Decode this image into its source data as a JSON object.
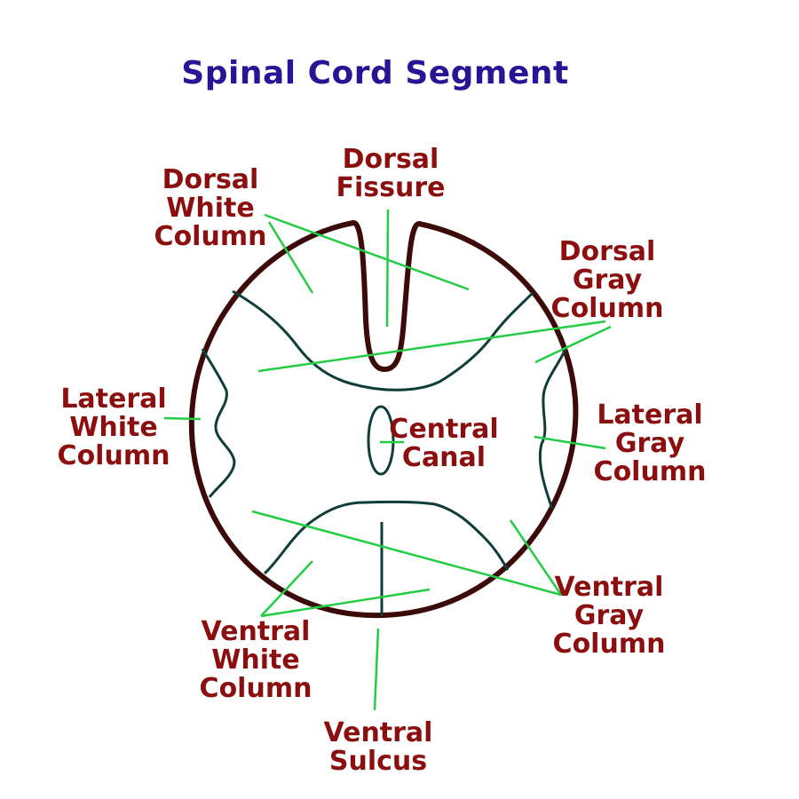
{
  "title": "Spinal Cord Segment",
  "colors": {
    "title": "#2a1496",
    "label": "#8b0f0f",
    "outline": "#3d0a0a",
    "gray_matter_border": "#0f3d3a",
    "leader_line": "#22cc44",
    "background": "#ffffff"
  },
  "labels": {
    "dorsal_fissure": "Dorsal\nFissure",
    "dorsal_white_column": "Dorsal\nWhite\nColumn",
    "dorsal_gray_column": "Dorsal\nGray\nColumn",
    "lateral_white_column": "Lateral\nWhite\nColumn",
    "central_canal": "Central\nCanal",
    "lateral_gray_column": "Lateral\nGray\nColumn",
    "ventral_gray_column": "Ventral\nGray\nColumn",
    "ventral_white_column": "Ventral\nWhite\nColumn",
    "ventral_sulcus": "Ventral\nSulcus"
  }
}
